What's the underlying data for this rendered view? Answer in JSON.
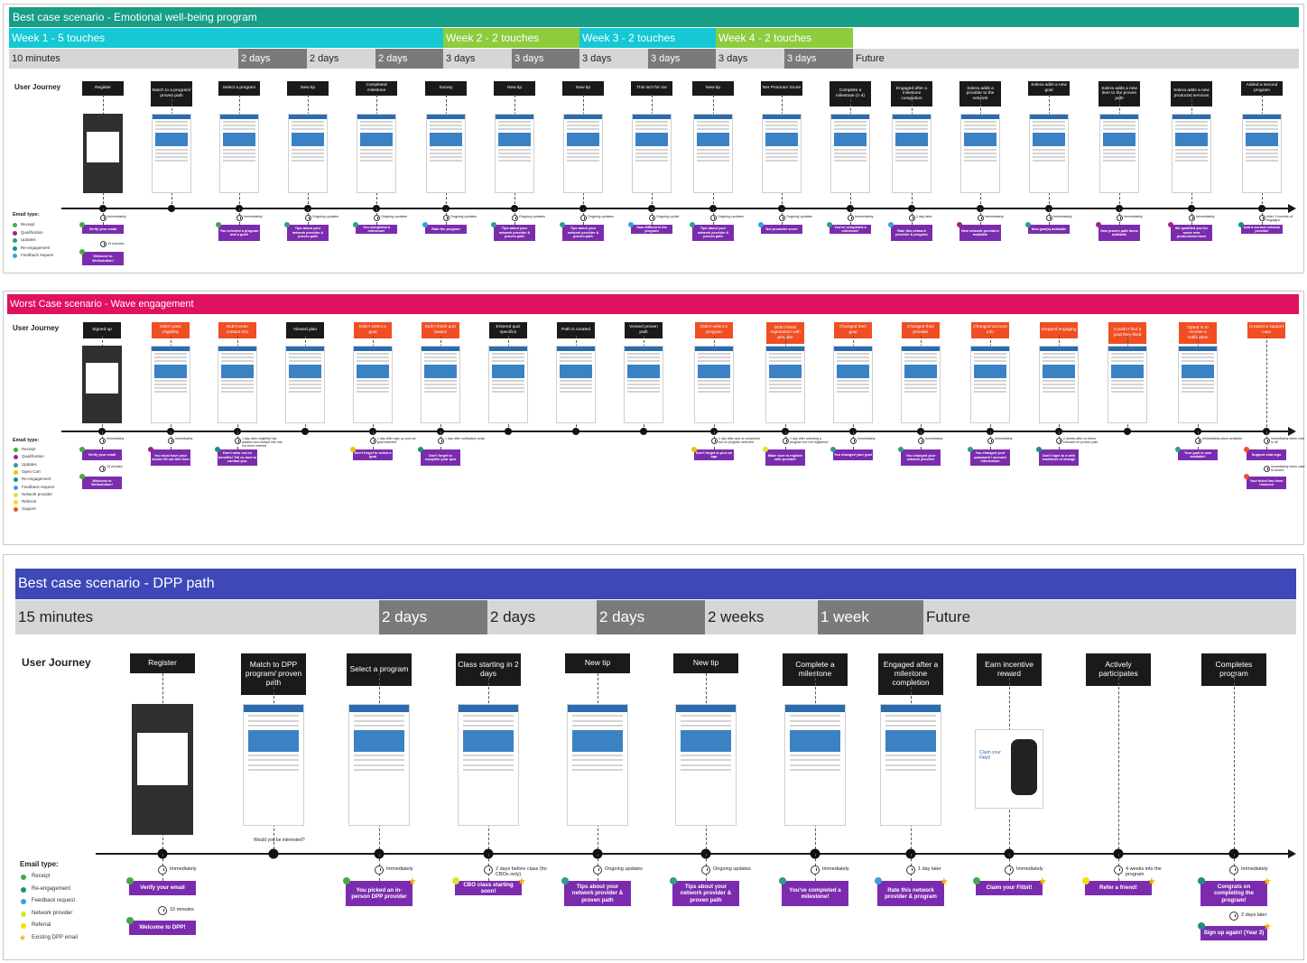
{
  "colors": {
    "black_header": "#1a1a1a",
    "orange_header": "#f04e23",
    "purple_email": "#7b2cae",
    "receipt": "#44aa44",
    "qualification": "#a2228d",
    "updates": "#2e9e8f",
    "reengagement": "#18917f",
    "feedback": "#3aa0dd",
    "open_cart": "#f2c400",
    "network_provider": "#d8e23a",
    "referral": "#f0e300",
    "support": "#ef4f2f",
    "star": "#f5b800"
  },
  "panel1": {
    "title": "Best case scenario - Emotional well-being program",
    "title_color": "#169e86",
    "weeks": [
      {
        "label": "Week 1 - 5 touches",
        "color": "#14c8d4"
      },
      {
        "label": "Week 2 - 2 touches",
        "color": "#8ccc3d"
      },
      {
        "label": "Week 3 - 2 touches",
        "color": "#14c8d4"
      },
      {
        "label": "Week 4 - 2 touches",
        "color": "#8ccc3d"
      }
    ],
    "times": [
      {
        "label": "10 minutes",
        "dark": false
      },
      {
        "label": "2 days",
        "dark": true
      },
      {
        "label": "2 days",
        "dark": false
      },
      {
        "label": "2 days",
        "dark": true
      },
      {
        "label": "3 days",
        "dark": false
      },
      {
        "label": "3 days",
        "dark": true
      },
      {
        "label": "3 days",
        "dark": false
      },
      {
        "label": "3 days",
        "dark": true
      },
      {
        "label": "3 days",
        "dark": false
      },
      {
        "label": "3 days",
        "dark": true
      },
      {
        "label": "Future",
        "dark": false
      }
    ],
    "user_journey": "User Journey",
    "email_type_title": "Email type:",
    "legend": [
      {
        "label": "Receipt",
        "color": "#44aa44"
      },
      {
        "label": "Qualification",
        "color": "#a2228d"
      },
      {
        "label": "Updates",
        "color": "#2e9e8f"
      },
      {
        "label": "Re-engagement",
        "color": "#18917f"
      },
      {
        "label": "Feedback request",
        "color": "#3aa0dd"
      }
    ],
    "steps": [
      {
        "header": "Register",
        "email": "Verify your email",
        "time": "Immediately",
        "dot": "#44aa44",
        "phone": "dark",
        "extra_email": "Welcome to Wellsolution!",
        "extra_time": "10 minutes",
        "extra_dot": "#44aa44"
      },
      {
        "header": "Match to a program/ proven path",
        "email": "",
        "time": "",
        "dot": "",
        "phone": "light"
      },
      {
        "header": "Select a program",
        "email": "You selected a program and a goal!",
        "time": "Immediately",
        "dot": "#44aa44",
        "phone": "light"
      },
      {
        "header": "New tip",
        "email": "Tips about your network provider & proven path",
        "time": "Ongoing updates",
        "dot": "#2e9e8f",
        "phone": "light"
      },
      {
        "header": "Completed milestone",
        "email": "You completed a milestone!",
        "time": "Ongoing updates",
        "dot": "#2e9e8f",
        "phone": "light"
      },
      {
        "header": "Survey",
        "email": "Rate the program",
        "time": "Ongoing updates",
        "dot": "#3aa0dd",
        "phone": "light"
      },
      {
        "header": "New tip",
        "email": "Tips about your network provider & proven path",
        "time": "Ongoing updates",
        "dot": "#2e9e8f",
        "phone": "light"
      },
      {
        "header": "New tip",
        "email": "Tips about your network provider & proven path",
        "time": "Ongoing updates",
        "dot": "#2e9e8f",
        "phone": "light"
      },
      {
        "header": "This isn't for me",
        "email": "How difficult is the program",
        "time": "Ongoing updat",
        "dot": "#3aa0dd",
        "phone": "light"
      },
      {
        "header": "New tip",
        "email": "Tips about your network provider & proven path",
        "time": "Ongoing updates",
        "dot": "#2e9e8f",
        "phone": "light"
      },
      {
        "header": "Net Promotor Score",
        "email": "Net promoter score",
        "time": "Ongoing updates",
        "dot": "#3aa0dd",
        "phone": "light"
      },
      {
        "header": "Complete a milestone (1-4)",
        "email": "You've completed a milestone!",
        "time": "Immediately",
        "dot": "#2e9e8f",
        "phone": "light"
      },
      {
        "header": "Engaged after a milestone completion",
        "email": "Rate this network provider & program",
        "time": "1 day later",
        "dot": "#3aa0dd",
        "phone": "light"
      },
      {
        "header": "Solera adds a provider to the network",
        "email": "New network providers available",
        "time": "Immediately",
        "dot": "#a2228d",
        "phone": "light"
      },
      {
        "header": "Solera adds a new goal",
        "email": "New goal(s) available",
        "time": "Immediately",
        "dot": "#2e9e8f",
        "phone": "light"
      },
      {
        "header": "Solera adds a new item to the proven path",
        "email": "New proven path items available",
        "time": "Immediately",
        "dot": "#a2228d",
        "phone": "light"
      },
      {
        "header": "Solera adds a new products/ services",
        "email": "We qualified you for some new products/services",
        "time": "Immediately",
        "dot": "#a2228d",
        "phone": "light"
      },
      {
        "header": "Added a second program",
        "email": "Add a second network provider",
        "time": "After 3 months of engaged",
        "dot": "#18917f",
        "phone": "light"
      }
    ]
  },
  "panel2": {
    "title": "Worst Case scenario - Wave engagement",
    "title_color": "#e0115f",
    "user_journey": "User Journey",
    "email_type_title": "Email type:",
    "legend": [
      {
        "label": "Receipt",
        "color": "#44aa44"
      },
      {
        "label": "Qualification",
        "color": "#a2228d"
      },
      {
        "label": "Updates",
        "color": "#2e9e8f"
      },
      {
        "label": "Open Cart",
        "color": "#f2c400"
      },
      {
        "label": "Re-engagement",
        "color": "#18917f"
      },
      {
        "label": "Feedback request",
        "color": "#3aa0dd"
      },
      {
        "label": "Network provider",
        "color": "#d8e23a"
      },
      {
        "label": "Referral",
        "color": "#f0e300"
      },
      {
        "label": "Support",
        "color": "#ef4f2f"
      }
    ],
    "steps": [
      {
        "header": "Signed up",
        "header_color": "black",
        "email": "Verify your email",
        "time": "Immediately",
        "dot": "#44aa44",
        "phone": "dark",
        "extra_email": "Welcome to Wellsolution!",
        "extra_time": "10 minutes",
        "extra_dot": "#44aa44"
      },
      {
        "header": "Didn't pass eligibility",
        "header_color": "orange",
        "email": "You must have your doctor fill out this form",
        "time": "Immediately",
        "dot": "#a2228d",
        "phone": "light"
      },
      {
        "header": "Didn't enter contact info",
        "header_color": "orange",
        "email": "Don't miss out on benefits! Tell us how to contact you.",
        "time": "1 day after eligibility has passed and contact info has not been entered",
        "dot": "#18917f",
        "phone": "light"
      },
      {
        "header": "Viewed plan",
        "header_color": "black",
        "email": "",
        "time": "",
        "dot": "",
        "phone": "light"
      },
      {
        "header": "Didn't select a goal",
        "header_color": "orange",
        "email": "Don't forget to select a goal",
        "time": "1 day after sign up and not goal selected",
        "dot": "#f2c400",
        "phone": "light"
      },
      {
        "header": "Didn't finish quiz basics",
        "header_color": "orange",
        "email": "Don't forget to complete your quiz",
        "time": "1 day after notification peak",
        "dot": "#18917f",
        "phone": "light"
      },
      {
        "header": "Entered quiz specifics",
        "header_color": "black",
        "email": "",
        "time": "",
        "dot": "",
        "phone": "light"
      },
      {
        "header": "Path is created",
        "header_color": "black",
        "email": "",
        "time": "",
        "dot": "",
        "phone": "light"
      },
      {
        "header": "Viewed proven path",
        "header_color": "black",
        "email": "",
        "time": "",
        "dot": "",
        "phone": "light"
      },
      {
        "header": "Didn't select a program",
        "header_color": "orange",
        "email": "Don't forget to pick an app",
        "time": "1 day after quiz is completed but no program selected",
        "dot": "#f2c400",
        "phone": "light"
      },
      {
        "header": "Didn't finish registration with provider",
        "header_color": "orange",
        "email": "Make sure to register with provider",
        "time": "1 day after selecting a program but not registered",
        "dot": "#d8e23a",
        "phone": "light"
      },
      {
        "header": "Changed their goal",
        "header_color": "orange",
        "email": "You changed your goal",
        "time": "Immediately",
        "dot": "#2e9e8f",
        "phone": "light"
      },
      {
        "header": "Changed their provider",
        "header_color": "orange",
        "email": "You changed your network provider",
        "time": "Immediately",
        "dot": "#2e9e8f",
        "phone": "light"
      },
      {
        "header": "Changed account info",
        "header_color": "orange",
        "email": "You changed your password / account information",
        "time": "Immediately",
        "dot": "#2e9e8f",
        "phone": "light"
      },
      {
        "header": "Stopped engaging",
        "header_color": "orange",
        "email": "Don't login to a with readiness of change",
        "time": "2 weeks after no items checked on proven path",
        "dot": "#18917f",
        "phone": "light"
      },
      {
        "header": "Couldn't find a goal they liked",
        "header_color": "orange",
        "email": "",
        "time": "",
        "dot": "",
        "phone": "light"
      },
      {
        "header": "Opted in to receive a notification",
        "header_color": "orange",
        "email": "Your goal is now available!",
        "time": "Immediately when available",
        "dot": "#2e9e8f",
        "phone": "light"
      },
      {
        "header": "Created a support case",
        "header_color": "orange",
        "email": "Support chat logs",
        "time": "Immediately when chat is off",
        "dot": "#ef4f2f",
        "phone": "none",
        "extra_email": "Your ticket has been resolved",
        "extra_time": "Immediately when case is closed",
        "extra_dot": "#ef4f2f"
      }
    ]
  },
  "panel3": {
    "title": "Best case scenario - DPP path",
    "title_color": "#3e48b8",
    "times": [
      {
        "label": "15 minutes",
        "dark": false
      },
      {
        "label": "2 days",
        "dark": true
      },
      {
        "label": "2 days",
        "dark": false
      },
      {
        "label": "2 days",
        "dark": true
      },
      {
        "label": "2 weeks",
        "dark": false
      },
      {
        "label": "1 week",
        "dark": true
      },
      {
        "label": "Future",
        "dark": false
      }
    ],
    "user_journey": "User Journey",
    "email_type_title": "Email type:",
    "legend": [
      {
        "label": "Receipt",
        "color": "#44aa44"
      },
      {
        "label": "Re-engagement",
        "color": "#18917f"
      },
      {
        "label": "Feedback request",
        "color": "#3aa0dd"
      },
      {
        "label": "Network provider",
        "color": "#d8e23a"
      },
      {
        "label": "Referral",
        "color": "#f0e300"
      },
      {
        "label": "Existing DPP email",
        "color": "#f5b800",
        "star": true
      }
    ],
    "steps": [
      {
        "header": "Register",
        "email": "Verify your email",
        "time": "Immediately",
        "dot": "#44aa44",
        "phone": "dark",
        "star": false,
        "extra_email": "Welcome to DPP!",
        "extra_time": "10 minutes",
        "extra_dot": "#44aa44"
      },
      {
        "header": "Match to DPP program/ proven path",
        "email": "",
        "time": "",
        "dot": "",
        "phone": "light",
        "star": false,
        "caption": "Would you be interested?"
      },
      {
        "header": "Select a program",
        "email": "You picked an in-person DPP provider",
        "time": "Immediately",
        "dot": "#44aa44",
        "phone": "light",
        "star": true
      },
      {
        "header": "Class starting in 2 days",
        "email": "CBO class starting soon!",
        "time": "2 days before class (for CBOs only)",
        "dot": "#d8e23a",
        "phone": "light",
        "star": true
      },
      {
        "header": "New tip",
        "email": "Tips about your network provider & proven path",
        "time": "Ongoing updates",
        "dot": "#2e9e8f",
        "phone": "light",
        "star": false
      },
      {
        "header": "New tip",
        "email": "Tips about your network provider & proven path",
        "time": "Ongoing updates",
        "dot": "#2e9e8f",
        "phone": "light",
        "star": false
      },
      {
        "header": "Complete a milestone",
        "email": "You've completed a milestone!",
        "time": "Immediately",
        "dot": "#2e9e8f",
        "phone": "light",
        "star": false
      },
      {
        "header": "Engaged after a milestone completion",
        "email": "Rate this network provider & program",
        "time": "1 day later",
        "dot": "#3aa0dd",
        "phone": "light",
        "star": true
      },
      {
        "header": "Earn incentive reward",
        "email": "Claim your Fitbit!",
        "time": "Immediately",
        "dot": "#44aa44",
        "phone": "fitbit",
        "star": true,
        "fitbit_claim": "Claim your Fitbit!"
      },
      {
        "header": "Actively participates",
        "email": "Refer a friend!",
        "time": "4 weeks into the program",
        "dot": "#f0e300",
        "phone": "none",
        "star": true
      },
      {
        "header": "Completes program",
        "email": "Congrats on completing the program!",
        "time": "Immediately",
        "dot": "#18917f",
        "phone": "none",
        "star": true,
        "extra_email": "Sign up again! (Year 2)",
        "extra_time": "2 days later",
        "extra_dot": "#18917f",
        "extra_star": true
      }
    ]
  }
}
